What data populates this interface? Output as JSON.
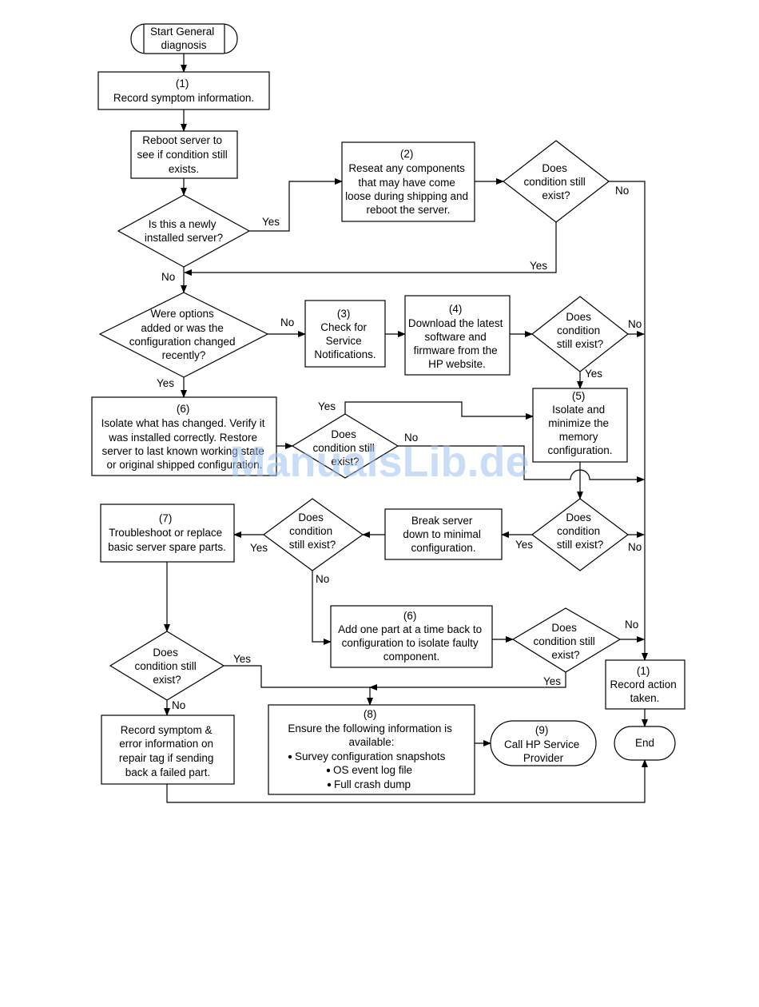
{
  "nodes": {
    "start": [
      "Start General",
      "diagnosis"
    ],
    "record_symptom": [
      "(1)",
      "Record symptom information."
    ],
    "reboot": [
      "Reboot server to",
      "see if condition still",
      "exists."
    ],
    "newly_installed": [
      "Is this a newly",
      "installed server?"
    ],
    "reseat": [
      "(2)",
      "Reseat any components",
      "that may have come",
      "loose during shipping and",
      "reboot the server."
    ],
    "dec_reseat": [
      "Does",
      "condition still",
      "exist?"
    ],
    "options_added": [
      "Were options",
      "added or was the",
      "configuration changed",
      "recently?"
    ],
    "check_notifications": [
      "(3)",
      "Check for",
      "Service",
      "Notifications."
    ],
    "download": [
      "(4)",
      "Download the latest",
      "software and",
      "firmware from the",
      "HP website."
    ],
    "dec_download": [
      "Does",
      "condition",
      "still exist?"
    ],
    "isolate_changed": [
      "(6)",
      "Isolate what has changed. Verify it",
      "was installed correctly.  Restore",
      "server to last known working state",
      "or original shipped configuration."
    ],
    "dec_isolate": [
      "Does",
      "condition still",
      "exist?"
    ],
    "isolate_memory": [
      "(5)",
      "Isolate and",
      "minimize the",
      "memory",
      "configuration."
    ],
    "dec_memory": [
      "Does",
      "condition",
      "still exist?"
    ],
    "break_server": [
      "Break server",
      "down to minimal",
      "configuration."
    ],
    "dec_break": [
      "Does",
      "condition",
      "still exist?"
    ],
    "troubleshoot": [
      "(7)",
      "Troubleshoot or replace",
      "basic server spare parts."
    ],
    "add_part": [
      "(6)",
      "Add one part at a time back to",
      "configuration to isolate faulty",
      "component."
    ],
    "dec_add": [
      "Does",
      "condition still",
      "exist?"
    ],
    "dec_troubleshoot": [
      "Does",
      "condition still",
      "exist?"
    ],
    "record_tag": [
      "Record symptom &",
      "error information on",
      "repair tag if sending",
      "back a failed part."
    ],
    "ensure_info": [
      "(8)",
      "Ensure the following information is",
      "available:"
    ],
    "ensure_bullets": [
      "Survey configuration snapshots",
      "OS event log file",
      "Full crash dump"
    ],
    "call_hp": [
      "(9)",
      "Call HP Service",
      "Provider"
    ],
    "record_action": [
      "(1)",
      "Record action",
      "taken."
    ],
    "end": [
      "End"
    ]
  },
  "edge_labels": {
    "yes": "Yes",
    "no": "No"
  },
  "watermark": "ManualsLib.de"
}
